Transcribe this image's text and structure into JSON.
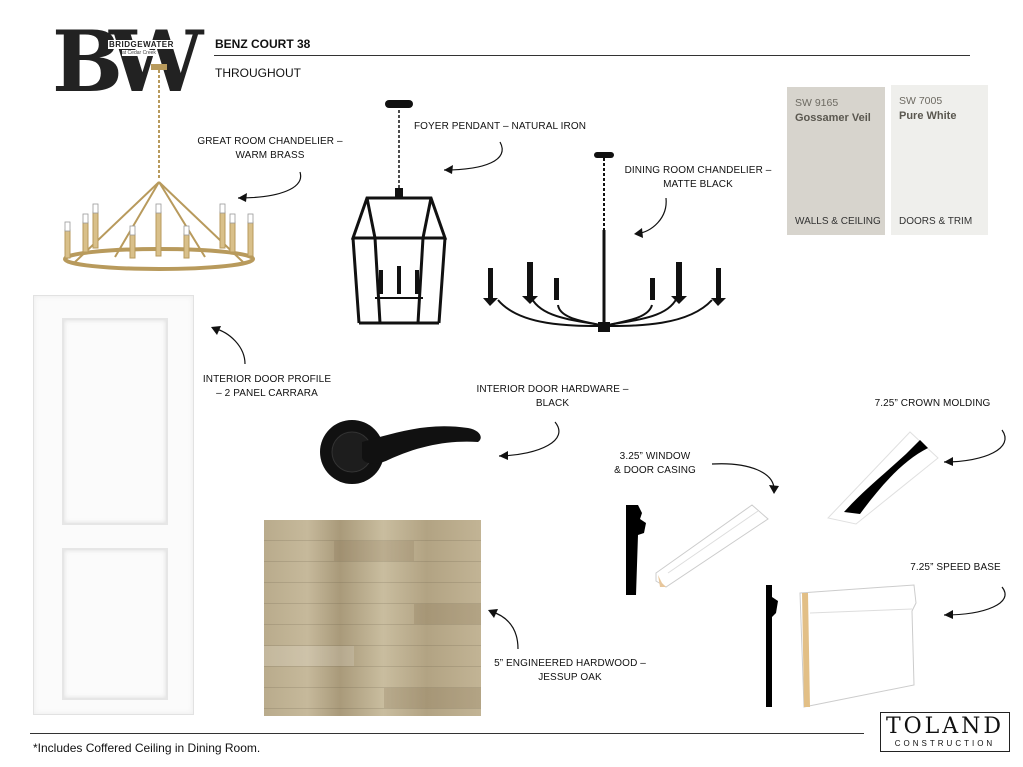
{
  "logo": {
    "initials": "BW",
    "wordmark": "BRIDGEWATER",
    "sub": "at Cedar Creek"
  },
  "header": {
    "title": "BENZ COURT 38",
    "subtitle": "THROUGHOUT"
  },
  "swatches": [
    {
      "code": "SW 9165",
      "name": "Gossamer Veil",
      "use": "WALLS & CEILING",
      "color": "#d7d4cd"
    },
    {
      "code": "SW 7005",
      "name": "Pure White",
      "use": "DOORS & TRIM",
      "color": "#efefec"
    }
  ],
  "labels": {
    "great_room": [
      "GREAT ROOM CHANDELIER –",
      "WARM BRASS"
    ],
    "foyer": [
      "FOYER PENDANT – NATURAL IRON"
    ],
    "dining": [
      "DINING ROOM CHANDELIER –",
      "MATTE BLACK"
    ],
    "door_profile": [
      "INTERIOR DOOR PROFILE",
      "– 2 PANEL CARRARA"
    ],
    "hardware": [
      "INTERIOR DOOR HARDWARE –",
      "BLACK"
    ],
    "crown": [
      "7.25” CROWN MOLDING"
    ],
    "casing": [
      "3.25” WINDOW",
      "& DOOR CASING"
    ],
    "base": [
      "7.25” SPEED BASE"
    ],
    "floor": [
      "5” ENGINEERED HARDWOOD –",
      "JESSUP OAK"
    ]
  },
  "footnote": "*Includes Coffered Ceiling in Dining Room.",
  "brand": {
    "name": "TOLAND",
    "sub": "CONSTRUCTION"
  }
}
